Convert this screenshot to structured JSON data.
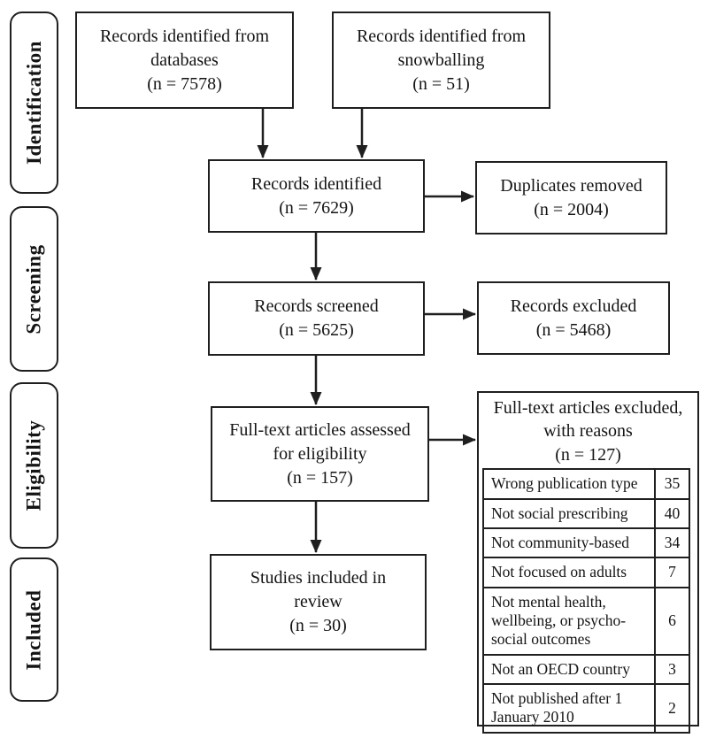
{
  "sidebar": {
    "stages": [
      {
        "label": "Identification"
      },
      {
        "label": "Screening"
      },
      {
        "label": "Eligibility"
      },
      {
        "label": "Included"
      }
    ]
  },
  "boxes": {
    "databases": {
      "label": "Records identified from databases",
      "n": "(n = 7578)"
    },
    "snowballing": {
      "label": "Records identified from snowballing",
      "n": "(n = 51)"
    },
    "identified": {
      "label": "Records identified",
      "n": "(n = 7629)"
    },
    "duplicates": {
      "label": "Duplicates removed",
      "n": "(n = 2004)"
    },
    "screened": {
      "label": "Records screened",
      "n": "(n = 5625)"
    },
    "excluded": {
      "label": "Records excluded",
      "n": "(n = 5468)"
    },
    "fulltext_assessed": {
      "label": "Full-text articles assessed for eligibility",
      "n": "(n = 157)"
    },
    "fulltext_excluded": {
      "label": "Full-text articles excluded, with reasons",
      "n": "(n = 127)"
    },
    "studies_included": {
      "label": "Studies included in review",
      "n": "(n = 30)"
    }
  },
  "reasons_table": {
    "rows": [
      {
        "reason": "Wrong publication type",
        "count": "35"
      },
      {
        "reason": "Not social prescribing",
        "count": "40"
      },
      {
        "reason": "Not community-based",
        "count": "34"
      },
      {
        "reason": "Not focused on adults",
        "count": "7"
      },
      {
        "reason": "Not mental health, wellbeing, or psycho-social outcomes",
        "count": "6"
      },
      {
        "reason": "Not an OECD country",
        "count": "3"
      },
      {
        "reason": "Not published after 1 January 2010",
        "count": "2"
      }
    ]
  },
  "colors": {
    "line": "#1f1f1f",
    "text": "#141414",
    "background": "#ffffff"
  }
}
